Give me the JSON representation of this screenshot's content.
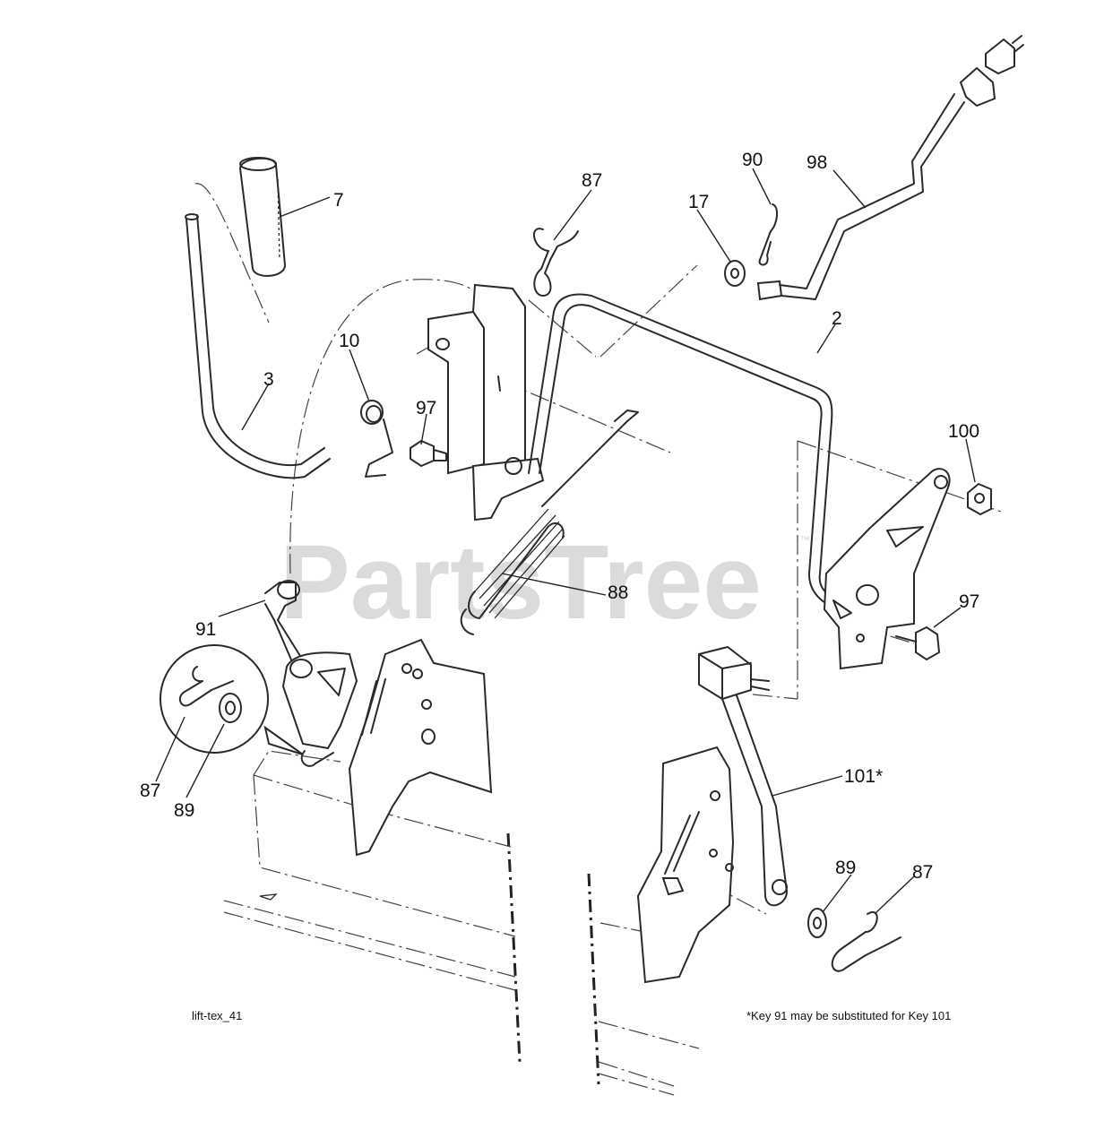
{
  "watermark": {
    "text": "PartsTree",
    "trademark": "™"
  },
  "captions": {
    "figure_id": "lift-tex_41",
    "note": "*Key 91 may be substituted for Key 101"
  },
  "callouts": {
    "c7": "7",
    "c3": "3",
    "c10": "10",
    "c97a": "97",
    "c87a": "87",
    "c17": "17",
    "c90": "90",
    "c98": "98",
    "c2": "2",
    "c100": "100",
    "c97b": "97",
    "c88": "88",
    "c91": "91",
    "c87b": "87",
    "c89a": "89",
    "c101": "101*",
    "c89b": "89",
    "c87c": "87"
  }
}
